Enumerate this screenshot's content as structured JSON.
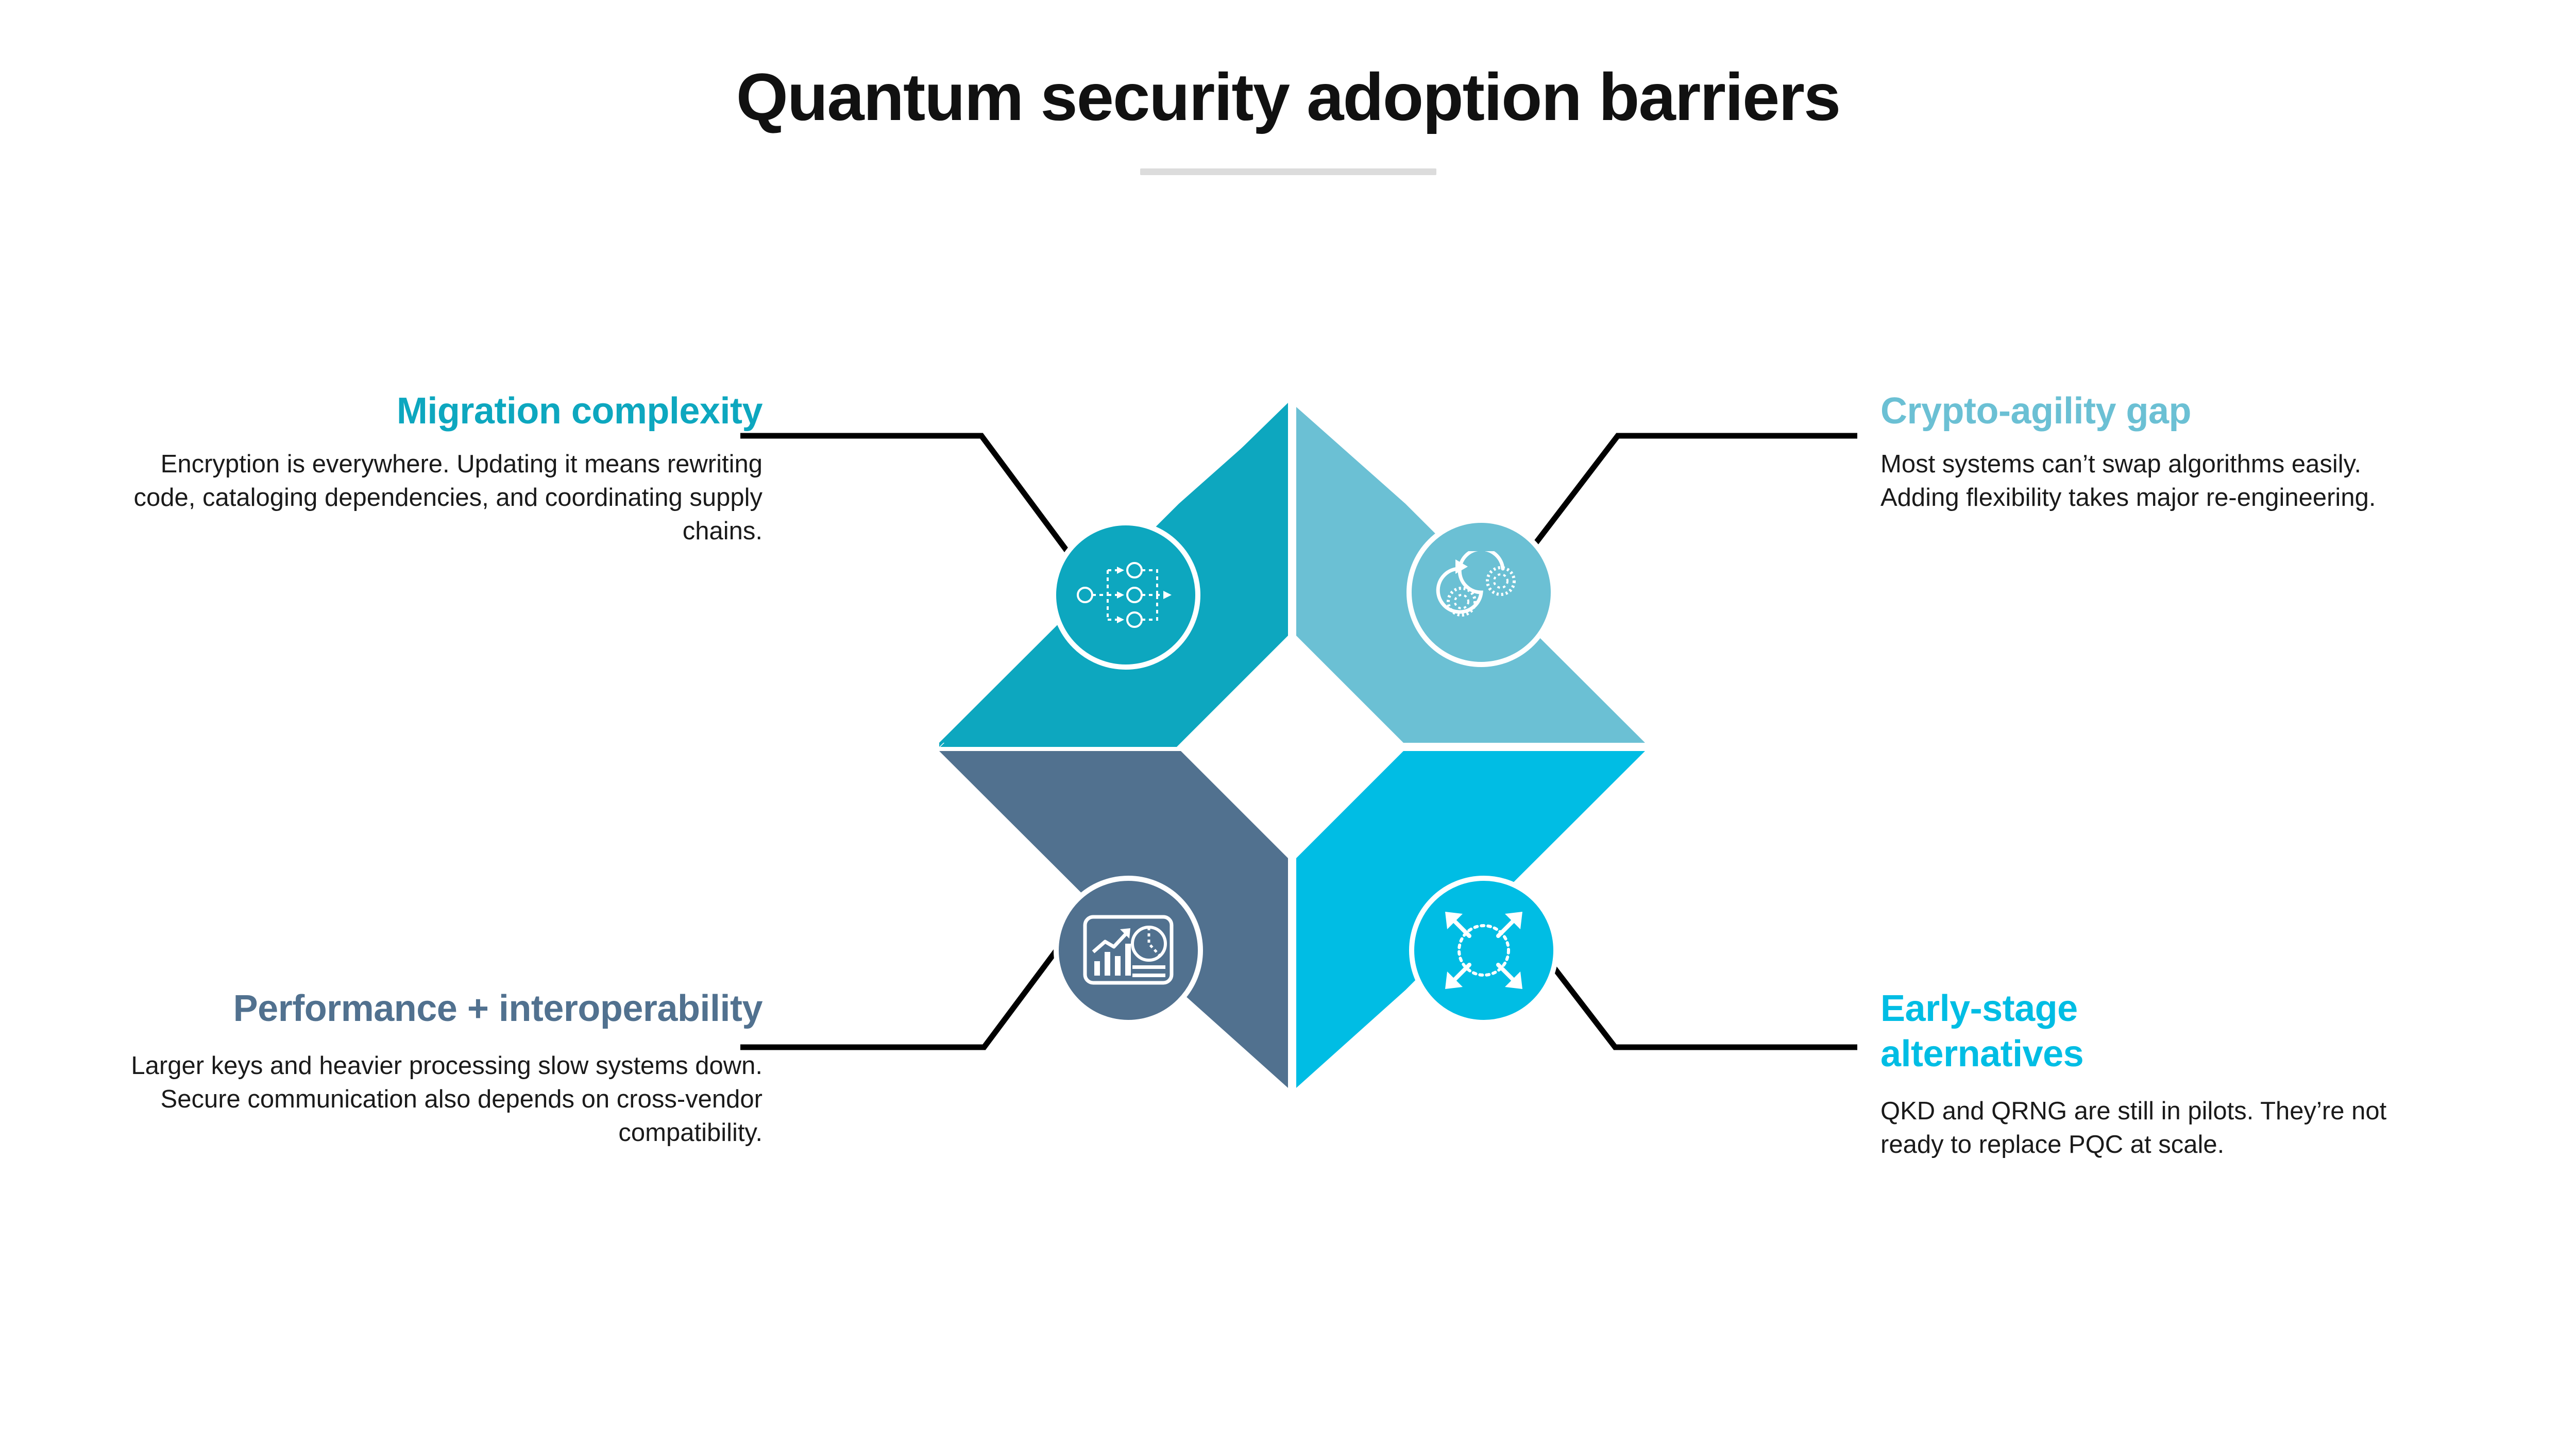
{
  "header": {
    "title": "Quantum security adoption barriers",
    "divider_color": "#dcdcdc"
  },
  "palette": {
    "teal": "#0DA7BF",
    "light_blue": "#6BC0D4",
    "slate_blue": "#51718F",
    "cyan": "#00BDE4",
    "connector": "#000000",
    "body_text": "#1a1a1a",
    "background": "#ffffff"
  },
  "quadrants": [
    {
      "id": "migration-complexity",
      "position": "top-left",
      "heading": "Migration complexity",
      "heading_color": "#0DA7BF",
      "body": "Encryption is everywhere. Updating it means rewriting code, cataloging dependencies, and coordinating supply chains.",
      "wedge_color": "#0DA7BF",
      "icon_name": "branching-flow-icon"
    },
    {
      "id": "crypto-agility-gap",
      "position": "top-right",
      "heading": "Crypto-agility gap",
      "heading_color": "#6BC0D4",
      "body": "Most systems can’t swap algorithms easily. Adding flexibility takes major re-engineering.",
      "wedge_color": "#6BC0D4",
      "icon_name": "gear-loop-icon"
    },
    {
      "id": "performance-interoperability",
      "position": "bottom-left",
      "heading": "Performance + interoperability",
      "heading_color": "#51718F",
      "body": "Larger keys and heavier processing slow systems down. Secure communication also depends on cross-vendor compatibility.",
      "wedge_color": "#51718F",
      "icon_name": "analytics-dashboard-icon"
    },
    {
      "id": "early-stage-alternatives",
      "position": "bottom-right",
      "heading": "Early-stage alternatives",
      "heading_color": "#00BDE4",
      "body": "QKD and QRNG are still in pilots. They’re not ready to replace PQC at scale.",
      "wedge_color": "#00BDE4",
      "icon_name": "expand-arrows-icon"
    }
  ],
  "chart_data": {
    "type": "diagram",
    "title": "Quantum security adoption barriers",
    "layout": "four-quadrant pinwheel star with central white diamond",
    "categories": [
      "Migration complexity",
      "Crypto-agility gap",
      "Performance + interoperability",
      "Early-stage alternatives"
    ],
    "legend_position": "none",
    "grid": false
  }
}
